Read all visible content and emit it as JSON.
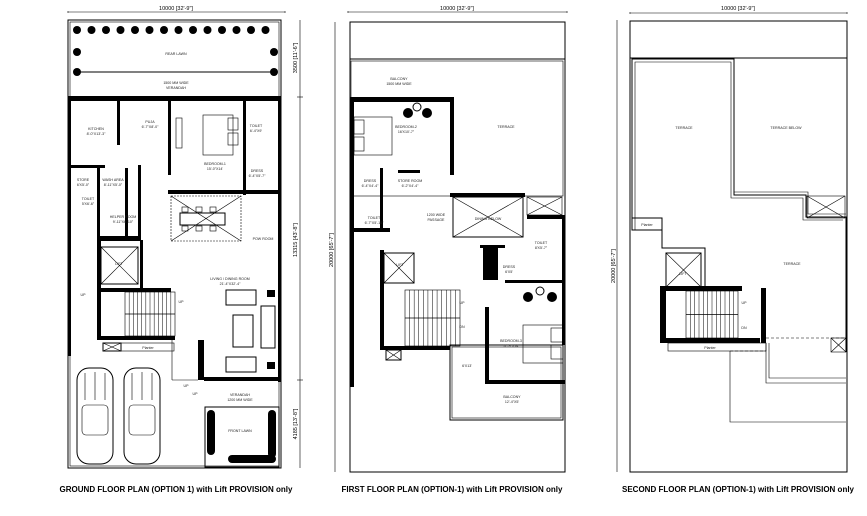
{
  "ground_floor": {
    "caption": "GROUND FLOOR PLAN (OPTION 1) with Lift PROVISION only",
    "width_dim": "10000 [32'-9\"]",
    "depth_dims": [
      "3500 [11'-6\"]",
      "13315 [43'-8\"]",
      "4185 [13'-8\"]"
    ],
    "rooms": {
      "rear_lawn": "REAR LAWN",
      "verandah_top": "1500 MM WIDE",
      "verandah_top2": "VERANDAH",
      "kitchen": "KITCHEN",
      "kitchen_size": "8'-0\"X13'-3\"",
      "puja": "PUJA",
      "puja_size": "6'-7\"X8'-0\"",
      "bedroom1": "BEDROOM-1",
      "bedroom1_size": "15'-0\"X14'",
      "toilet": "TOILET",
      "toilet_size": "6'-4\"X9'",
      "dress": "DRESS",
      "dress_size": "6'-4\"X5'-7\"",
      "store": "STORE",
      "store_size": "6'X5'-0\"",
      "wash": "WASH AREA",
      "wash_size": "8'-11\"X5'-0\"",
      "toilet2": "TOILET",
      "toilet2_size": "5'X6'-6\"",
      "helper": "HELPER ROOM",
      "helper_size": "9'-11\"X6'-10\"",
      "powder": "POW ROOM",
      "lift": "LIFT",
      "living": "LIVING / DINING ROOM",
      "living_size": "21'-4\"X32'-4\"",
      "planter": "Planter",
      "up1": "UP",
      "up2": "UP",
      "up3": "UP",
      "up4": "UP",
      "verandah_front": "VERANDAH",
      "verandah_front_w": "1200 MM WIDE",
      "front_lawn": "FRONT LAWN"
    }
  },
  "first_floor": {
    "caption": "FIRST FLOOR PLAN (OPTION-1) with Lift PROVISION only",
    "width_dim": "10000 [32'-9\"]",
    "depth_dim": "20000 [65'-7\"]",
    "rooms": {
      "balcony_top": "BALCONY",
      "balcony_top_w": "1500 MM WIDE",
      "bedroom2": "BEDROOM-2",
      "bedroom2_size": "16'X10'-7\"",
      "terrace": "TERRACE",
      "dress": "DRESS",
      "dress_size": "6'-4\"X4'-4\"",
      "store": "STORE ROOM",
      "store_size": "6'-2\"X4'-4\"",
      "toilet": "TOILET",
      "toilet_size": "6'-7\"X5'-10\"",
      "passage": "1200 WIDE",
      "passage2": "PASSAGE",
      "dining_below": "DINING BELOW",
      "toilet2": "TOILET",
      "toilet2_size": "8'X5'-7\"",
      "dress2": "DRESS",
      "dress2_size": "6'X5'",
      "lift": "LIFT",
      "up": "UP",
      "dn": "DN",
      "bedroom3": "BEDROOM-3",
      "bedroom3_size": "11'-9\"X14'",
      "cutout": "6'X13'",
      "balcony_front": "BALCONY",
      "balcony_front_size": "12'-4\"X5'"
    }
  },
  "second_floor": {
    "caption": "SECOND FLOOR PLAN (OPTION-1) with Lift PROVISION only",
    "width_dim": "10000 [32'-9\"]",
    "depth_dim": "20000 [65'-7\"]",
    "rooms": {
      "terrace1": "TERRACE",
      "terrace_below": "TERRACE BELOW",
      "terrace2": "TERRACE",
      "planter1": "Planter",
      "planter2": "Planter",
      "lift": "LIFT",
      "up": "UP",
      "dn": "DN"
    }
  }
}
